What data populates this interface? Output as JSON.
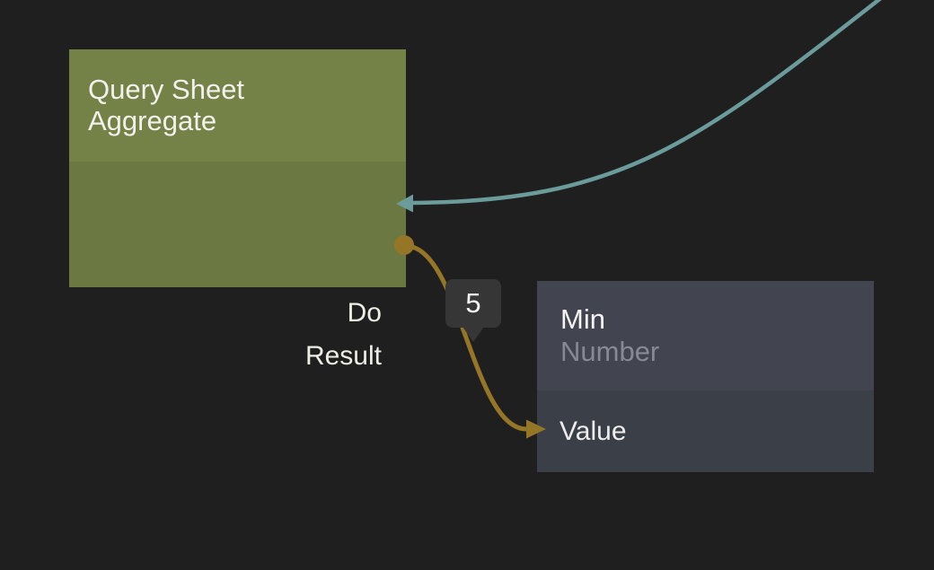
{
  "canvas": {
    "background": "#1f1f1f"
  },
  "nodes": [
    {
      "title": "Query Sheet Aggregate",
      "colors": {
        "header": "#748147",
        "body": "#6c7841",
        "text": "#f2f2ec"
      },
      "ports": [
        {
          "name": "Do",
          "role": "exec-input"
        },
        {
          "name": "Result",
          "role": "output"
        }
      ]
    },
    {
      "title": "Min",
      "subtitle": "Number",
      "colors": {
        "header": "#424550",
        "body": "#3b3f47",
        "title_text": "#f5f5f5",
        "subtitle_text": "#868a95"
      },
      "ports": [
        {
          "name": "Value",
          "role": "input"
        }
      ]
    }
  ],
  "connections": [
    {
      "name": "exec-wire",
      "color": "#6b9b9b",
      "to_node": "Query Sheet Aggregate",
      "to_port": "Do"
    },
    {
      "name": "data-wire",
      "color": "#957627",
      "from_node": "Query Sheet Aggregate",
      "from_port": "Result",
      "to_node": "Min",
      "to_port": "Value",
      "value_label": "5"
    }
  ],
  "value_badge": {
    "text": "5",
    "background": "#363636",
    "text_color": "#f5f5f5"
  }
}
